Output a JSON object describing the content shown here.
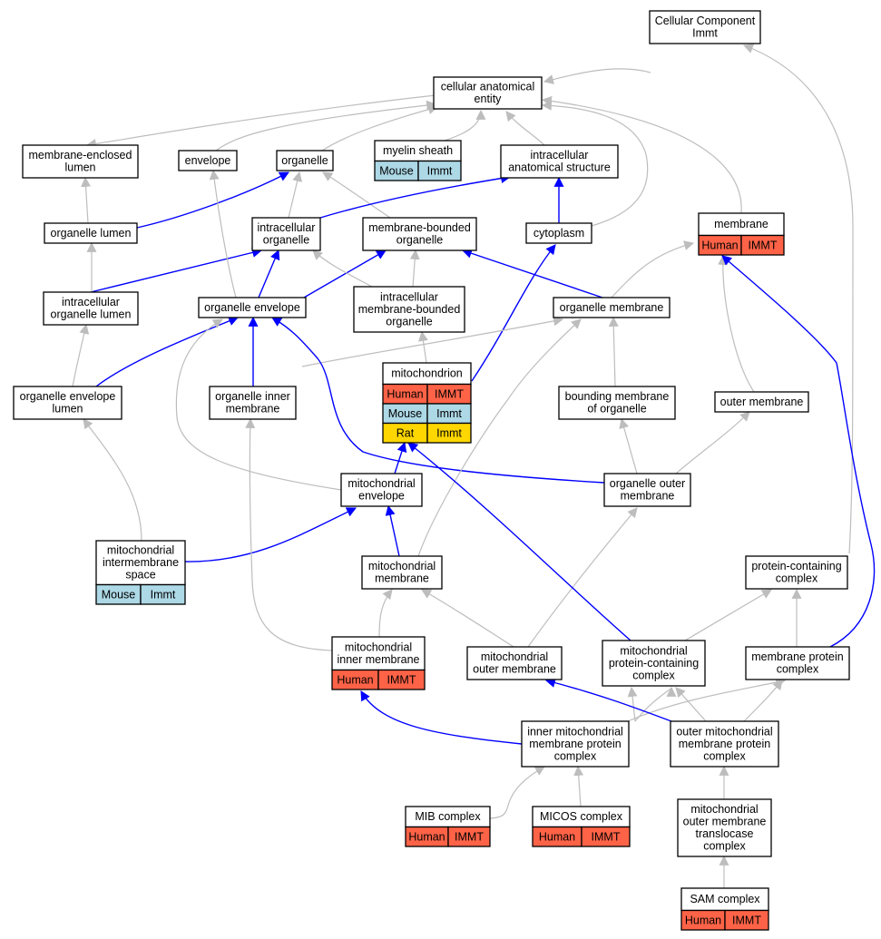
{
  "colors": {
    "edge_is_a": "#bdbdbd",
    "edge_part_of": "#0000ff",
    "human": "#ff6347",
    "mouse": "#add8e6",
    "rat": "#ffd700",
    "node_fill": "#ffffff",
    "node_stroke": "#000000"
  },
  "nodes": [
    {
      "id": "cc",
      "lines": [
        "Cellular Component",
        "Immt"
      ]
    },
    {
      "id": "cae",
      "lines": [
        "cellular anatomical",
        "entity"
      ]
    },
    {
      "id": "mel",
      "lines": [
        "membrane-enclosed",
        "lumen"
      ]
    },
    {
      "id": "env",
      "lines": [
        "envelope"
      ]
    },
    {
      "id": "org",
      "lines": [
        "organelle"
      ]
    },
    {
      "id": "mye",
      "lines": [
        "myelin sheath"
      ],
      "annotations": [
        [
          "Mouse",
          "Immt"
        ]
      ]
    },
    {
      "id": "ias",
      "lines": [
        "intracellular",
        "anatomical structure"
      ]
    },
    {
      "id": "orl",
      "lines": [
        "organelle lumen"
      ]
    },
    {
      "id": "iorg",
      "lines": [
        "intracellular",
        "organelle"
      ]
    },
    {
      "id": "mbo",
      "lines": [
        "membrane-bounded",
        "organelle"
      ]
    },
    {
      "id": "cyt",
      "lines": [
        "cytoplasm"
      ]
    },
    {
      "id": "mem",
      "lines": [
        "membrane"
      ],
      "annotations": [
        [
          "Human",
          "IMMT"
        ]
      ]
    },
    {
      "id": "iol",
      "lines": [
        "intracellular",
        "organelle lumen"
      ]
    },
    {
      "id": "oe",
      "lines": [
        "organelle envelope"
      ]
    },
    {
      "id": "imbo",
      "lines": [
        "intracellular",
        "membrane-bounded",
        "organelle"
      ]
    },
    {
      "id": "om",
      "lines": [
        "organelle membrane"
      ]
    },
    {
      "id": "mito",
      "lines": [
        "mitochondrion"
      ],
      "annotations": [
        [
          "Human",
          "IMMT"
        ],
        [
          "Mouse",
          "Immt"
        ],
        [
          "Rat",
          "Immt"
        ]
      ]
    },
    {
      "id": "oel",
      "lines": [
        "organelle envelope",
        "lumen"
      ]
    },
    {
      "id": "oim",
      "lines": [
        "organelle inner",
        "membrane"
      ]
    },
    {
      "id": "bmo",
      "lines": [
        "bounding membrane",
        "of organelle"
      ]
    },
    {
      "id": "outm",
      "lines": [
        "outer membrane"
      ]
    },
    {
      "id": "menv",
      "lines": [
        "mitochondrial",
        "envelope"
      ]
    },
    {
      "id": "oom",
      "lines": [
        "organelle outer",
        "membrane"
      ]
    },
    {
      "id": "mis",
      "lines": [
        "mitochondrial",
        "intermembrane",
        "space"
      ],
      "annotations": [
        [
          "Mouse",
          "Immt"
        ]
      ]
    },
    {
      "id": "mmem",
      "lines": [
        "mitochondrial",
        "membrane"
      ]
    },
    {
      "id": "pcc",
      "lines": [
        "protein-containing",
        "complex"
      ]
    },
    {
      "id": "mim",
      "lines": [
        "mitochondrial",
        "inner membrane"
      ],
      "annotations": [
        [
          "Human",
          "IMMT"
        ]
      ]
    },
    {
      "id": "mom",
      "lines": [
        "mitochondrial",
        "outer membrane"
      ]
    },
    {
      "id": "mpcc",
      "lines": [
        "mitochondrial",
        "protein-containing",
        "complex"
      ]
    },
    {
      "id": "mpc",
      "lines": [
        "membrane protein",
        "complex"
      ]
    },
    {
      "id": "imm",
      "lines": [
        "inner mitochondrial",
        "membrane protein",
        "complex"
      ]
    },
    {
      "id": "omm",
      "lines": [
        "outer mitochondrial",
        "membrane protein",
        "complex"
      ]
    },
    {
      "id": "mib",
      "lines": [
        "MIB complex"
      ],
      "annotations": [
        [
          "Human",
          "IMMT"
        ]
      ]
    },
    {
      "id": "micos",
      "lines": [
        "MICOS complex"
      ],
      "annotations": [
        [
          "Human",
          "IMMT"
        ]
      ]
    },
    {
      "id": "tom",
      "lines": [
        "mitochondrial",
        "outer membrane",
        "translocase",
        "complex"
      ]
    },
    {
      "id": "sam",
      "lines": [
        "SAM complex"
      ],
      "annotations": [
        [
          "Human",
          "IMMT"
        ]
      ]
    }
  ]
}
